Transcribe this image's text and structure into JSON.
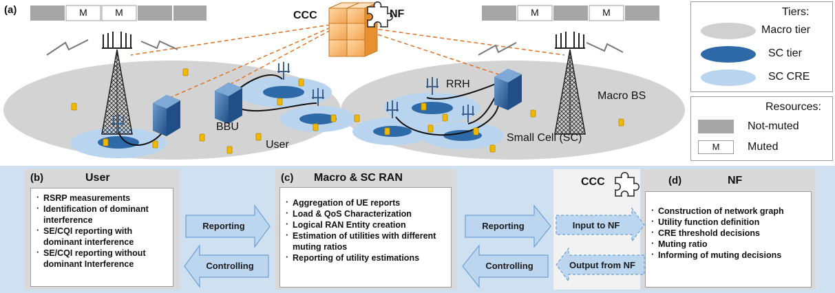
{
  "panel_a": {
    "letter": "(a)",
    "ccc_label": "CCC",
    "nf_label": "NF",
    "muted_mark": "M",
    "labels": {
      "rrh": "RRH",
      "macro_bs": "Macro BS",
      "bbu": "BBU",
      "user": "User",
      "small_cell": "Small Cell (SC)"
    },
    "legend_tiers": {
      "title": "Tiers:",
      "items": [
        "Macro tier",
        "SC tier",
        "SC CRE"
      ]
    },
    "legend_resources": {
      "title": "Resources:",
      "not_muted": "Not-muted",
      "muted_mark": "M",
      "muted": "Muted"
    },
    "colors": {
      "macro_tier": "#d0d0d0",
      "sc_tier": "#2e6aa8",
      "sc_cre": "#b8d4ee",
      "not_muted": "#a6a6a6",
      "user_device": "#f2b800",
      "link_dashed": "#e07020"
    }
  },
  "panel_b": {
    "letter": "(b)",
    "title": "User",
    "items": [
      "RSRP measurements",
      "Identification of dominant interference",
      "SE/CQI reporting with dominant interference",
      "SE/CQI reporting without dominant Interference"
    ]
  },
  "panel_c": {
    "letter": "(c)",
    "title": "Macro & SC RAN",
    "items": [
      "Aggregation of UE reports",
      "Load & QoS Characterization",
      "Logical RAN Entity creation",
      "Estimation of utilities with different muting ratios",
      "Reporting of utility estimations"
    ]
  },
  "panel_ccc": {
    "title": "CCC",
    "input_label": "Input to NF",
    "output_label": "Output from NF"
  },
  "panel_d": {
    "letter": "(d)",
    "title": "NF",
    "items": [
      "Construction of network graph",
      "Utility function definition",
      "CRE threshold decisions",
      "Muting ratio",
      "Informing of muting decisions"
    ]
  },
  "arrows": {
    "reporting": "Reporting",
    "controlling": "Controlling"
  }
}
